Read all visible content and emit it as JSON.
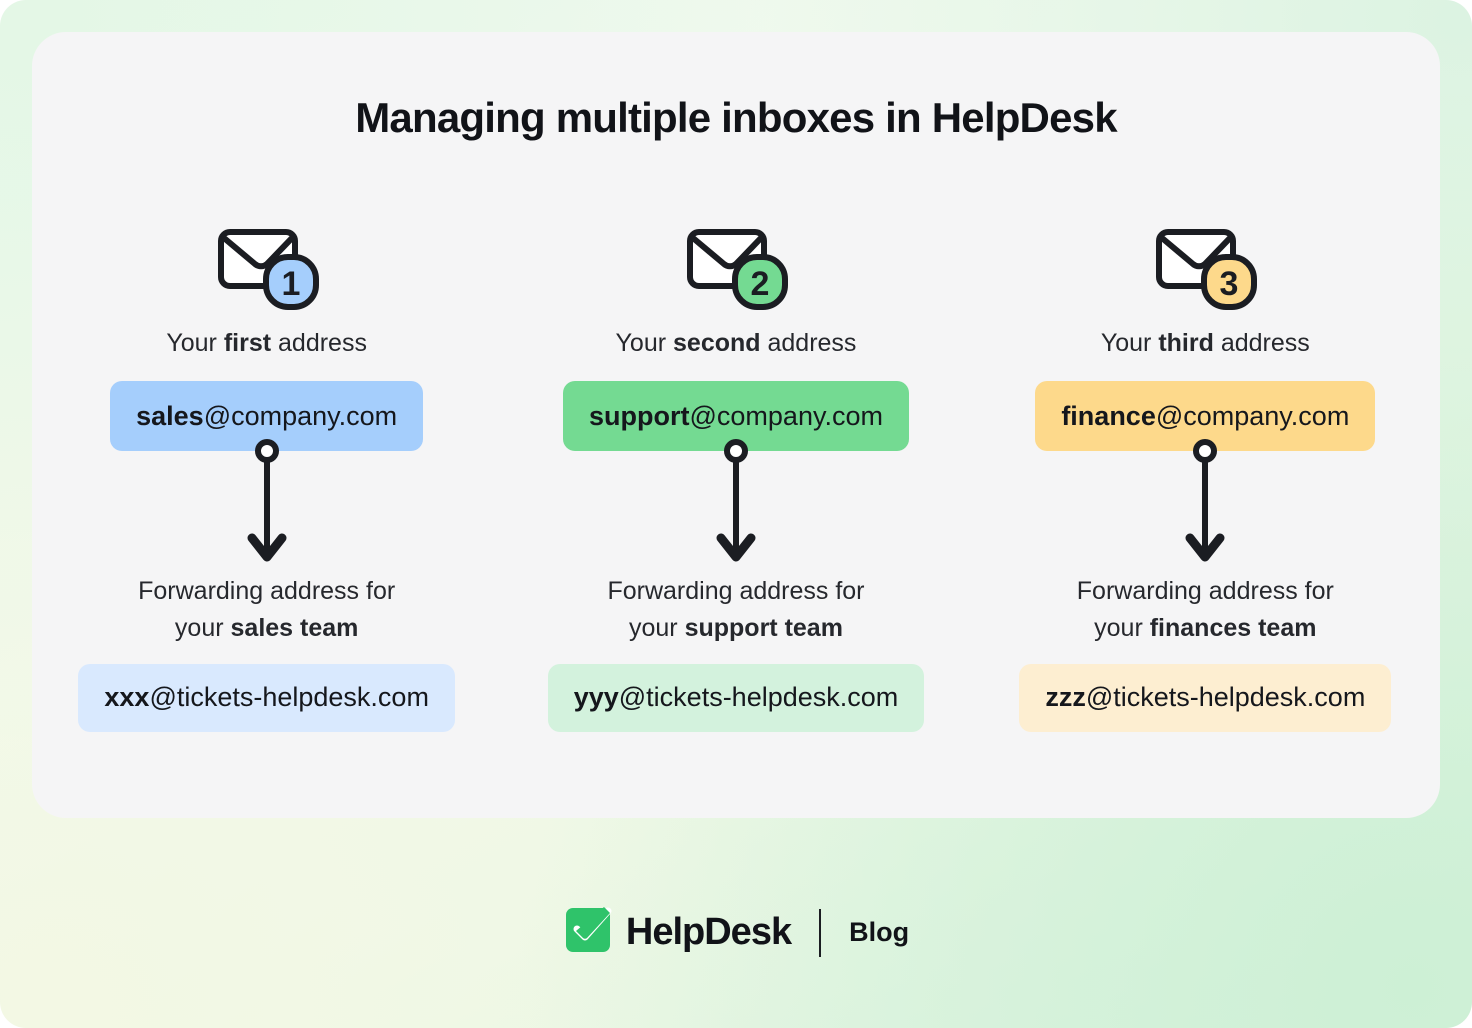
{
  "page": {
    "title": "Managing multiple inboxes in HelpDesk"
  },
  "colors": {
    "canvas_gradient_start": "#eaf8ec",
    "canvas_gradient_end": "#d9f2e0",
    "card_background": "#f5f5f6",
    "text": "#111318",
    "badge_blue": "#a5cefc",
    "badge_green": "#74da92",
    "badge_yellow": "#fdd98b",
    "pill_blue": "#a5cefc",
    "pill_green": "#74da92",
    "pill_yellow": "#fdd98b",
    "pill_blue_light": "#d9e9fe",
    "pill_green_light": "#d3f2dd",
    "pill_yellow_light": "#fdeed1",
    "brand_green": "#2fc36a",
    "arrow": "#1b1d22"
  },
  "columns": [
    {
      "icon": "envelope-badge-1-icon",
      "badge_number": "1",
      "badge_color": "#a5cefc",
      "caption_prefix": "Your ",
      "caption_emphasis": "first",
      "caption_suffix": " address",
      "address_local": "sales",
      "address_domain": "@company.com",
      "connector": "down-arrow-icon",
      "forward_line1": "Forwarding address for",
      "forward_line2_prefix": "your ",
      "forward_line2_emphasis": "sales team",
      "forward_local": "xxx",
      "forward_domain": "@tickets-helpdesk.com"
    },
    {
      "icon": "envelope-badge-2-icon",
      "badge_number": "2",
      "badge_color": "#74da92",
      "caption_prefix": "Your ",
      "caption_emphasis": "second",
      "caption_suffix": " address",
      "address_local": "support",
      "address_domain": "@company.com",
      "connector": "down-arrow-icon",
      "forward_line1": "Forwarding address for",
      "forward_line2_prefix": "your ",
      "forward_line2_emphasis": "support team",
      "forward_local": "yyy",
      "forward_domain": "@tickets-helpdesk.com"
    },
    {
      "icon": "envelope-badge-3-icon",
      "badge_number": "3",
      "badge_color": "#fdd98b",
      "caption_prefix": "Your ",
      "caption_emphasis": "third",
      "caption_suffix": " address",
      "address_local": "finance",
      "address_domain": "@company.com",
      "connector": "down-arrow-icon",
      "forward_line1": "Forwarding address for",
      "forward_line2_prefix": "your ",
      "forward_line2_emphasis": "finances team",
      "forward_local": "zzz",
      "forward_domain": "@tickets-helpdesk.com"
    }
  ],
  "footer": {
    "logo_icon": "helpdesk-check-logo-icon",
    "brand_name": "HelpDesk",
    "blog_label": "Blog"
  }
}
